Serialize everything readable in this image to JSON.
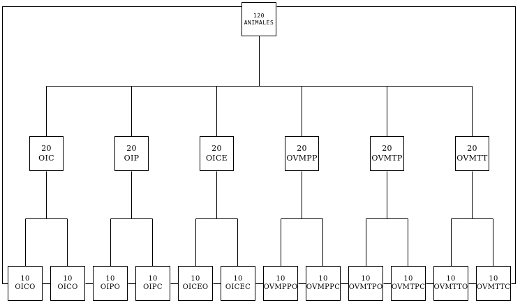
{
  "root": {
    "count": "120",
    "label": "ANIMALES"
  },
  "groups": [
    {
      "count": "20",
      "label": "OIC",
      "children": [
        {
          "count": "10",
          "label": "OICO"
        },
        {
          "count": "10",
          "label": "OICO"
        }
      ]
    },
    {
      "count": "20",
      "label": "OIP",
      "children": [
        {
          "count": "10",
          "label": "OIPO"
        },
        {
          "count": "10",
          "label": "OIPC"
        }
      ]
    },
    {
      "count": "20",
      "label": "OICE",
      "children": [
        {
          "count": "10",
          "label": "OICEO"
        },
        {
          "count": "10",
          "label": "OICEC"
        }
      ]
    },
    {
      "count": "20",
      "label": "OVMPP",
      "children": [
        {
          "count": "10",
          "label": "OVMPPO"
        },
        {
          "count": "10",
          "label": "OVMPPC"
        }
      ]
    },
    {
      "count": "20",
      "label": "OVMTP",
      "children": [
        {
          "count": "10",
          "label": "OVMTPO"
        },
        {
          "count": "10",
          "label": "OVMTPC"
        }
      ]
    },
    {
      "count": "20",
      "label": "OVMTT",
      "children": [
        {
          "count": "10",
          "label": "OVMTTO"
        },
        {
          "count": "10",
          "label": "OVMTTC"
        }
      ]
    }
  ]
}
